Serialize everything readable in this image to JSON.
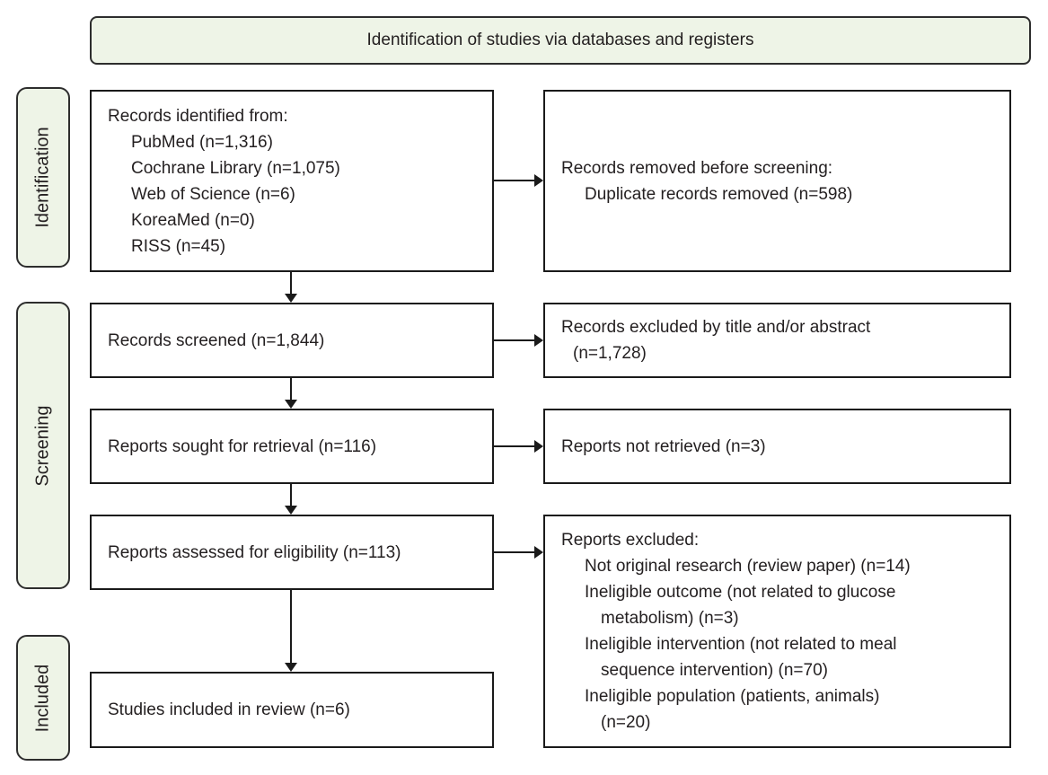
{
  "title": "Identification of studies via databases and registers",
  "colors": {
    "stage_fill": "#eef4e7",
    "stage_border": "#2d2d2d",
    "box_border": "#1a1a1a",
    "text": "#231f20",
    "arrow": "#1a1a1a"
  },
  "stages": [
    {
      "label": "Identification"
    },
    {
      "label": "Screening"
    },
    {
      "label": "Included"
    }
  ],
  "boxes": {
    "records_identified": {
      "lines": [
        {
          "t": "Records identified from:",
          "i": 0
        },
        {
          "t": "PubMed (n=1,316)",
          "i": 2
        },
        {
          "t": "Cochrane Library (n=1,075)",
          "i": 2
        },
        {
          "t": "Web of Science (n=6)",
          "i": 2
        },
        {
          "t": "KoreaMed (n=0)",
          "i": 2
        },
        {
          "t": "RISS (n=45)",
          "i": 2
        }
      ]
    },
    "records_removed": {
      "lines": [
        {
          "t": "Records removed before screening:",
          "i": 0
        },
        {
          "t": "Duplicate records removed (n=598)",
          "i": 2
        }
      ]
    },
    "records_screened": {
      "lines": [
        {
          "t": "Records screened (n=1,844)",
          "i": 0
        }
      ]
    },
    "records_excluded": {
      "lines": [
        {
          "t": "Records excluded by title and/or abstract",
          "i": 0
        },
        {
          "t": "(n=1,728)",
          "i": 1
        }
      ]
    },
    "reports_sought": {
      "lines": [
        {
          "t": "Reports sought for retrieval (n=116)",
          "i": 0
        }
      ]
    },
    "reports_not_retrieved": {
      "lines": [
        {
          "t": "Reports not retrieved (n=3)",
          "i": 0
        }
      ]
    },
    "reports_assessed": {
      "lines": [
        {
          "t": "Reports assessed for eligibility (n=113)",
          "i": 0
        }
      ]
    },
    "reports_excluded": {
      "lines": [
        {
          "t": "Reports excluded:",
          "i": 0
        },
        {
          "t": "Not original research (review paper) (n=14)",
          "i": 2
        },
        {
          "t": "Ineligible outcome (not related to glucose",
          "i": 2
        },
        {
          "t": "metabolism) (n=3)",
          "i": 3
        },
        {
          "t": "Ineligible intervention (not related to meal",
          "i": 2
        },
        {
          "t": "sequence intervention) (n=70)",
          "i": 3
        },
        {
          "t": "Ineligible population (patients, animals)",
          "i": 2
        },
        {
          "t": "(n=20)",
          "i": 3
        }
      ]
    },
    "studies_included": {
      "lines": [
        {
          "t": "Studies included in review (n=6)",
          "i": 0
        }
      ]
    }
  }
}
